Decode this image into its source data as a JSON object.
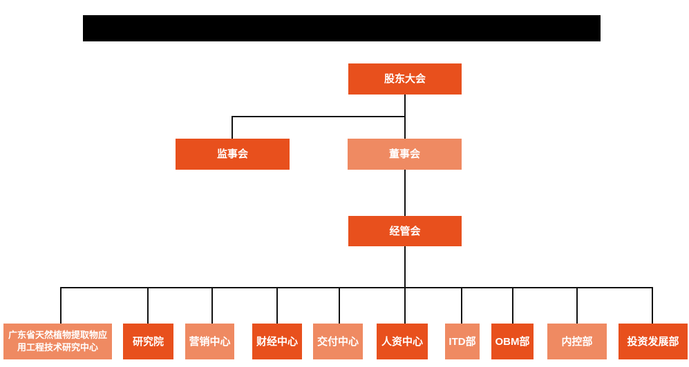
{
  "colors": {
    "node_dark": "#E8501D",
    "node_light": "#EF8A62",
    "connector": "#111111",
    "node_text": "#FFFFFF",
    "redacted_bar": "#000000",
    "background": "#FFFFFF"
  },
  "org_chart": {
    "root": {
      "label": "股东大会",
      "tone": "dark"
    },
    "level2": [
      {
        "label": "监事会",
        "tone": "dark"
      },
      {
        "label": "董事会",
        "tone": "light"
      }
    ],
    "level3": {
      "label": "经管会",
      "tone": "dark"
    },
    "departments": [
      {
        "label": "广东省天然植物提取物应用工程技术研究中心",
        "tone": "light"
      },
      {
        "label": "研究院",
        "tone": "dark"
      },
      {
        "label": "营销中心",
        "tone": "light"
      },
      {
        "label": "财经中心",
        "tone": "dark"
      },
      {
        "label": "交付中心",
        "tone": "light"
      },
      {
        "label": "人资中心",
        "tone": "dark"
      },
      {
        "label": "ITD部",
        "tone": "light"
      },
      {
        "label": "OBM部",
        "tone": "dark"
      },
      {
        "label": "内控部",
        "tone": "light"
      },
      {
        "label": "投资发展部",
        "tone": "dark"
      }
    ]
  }
}
